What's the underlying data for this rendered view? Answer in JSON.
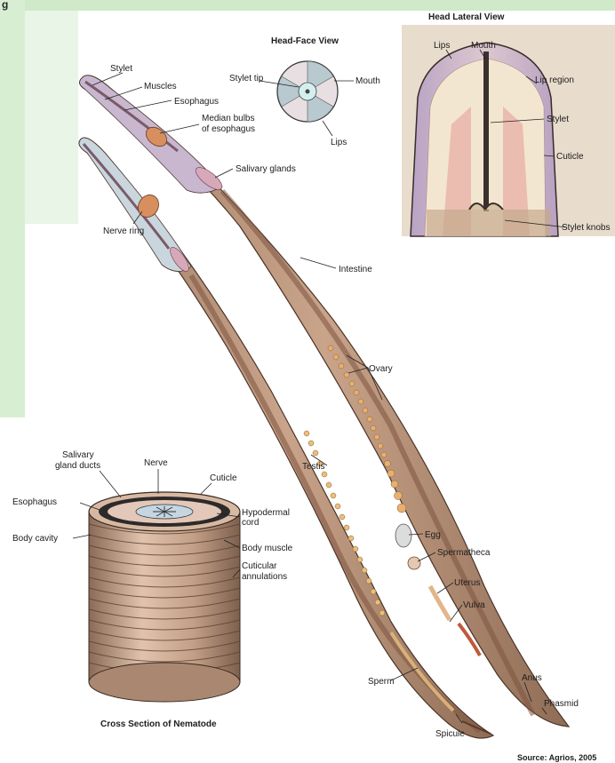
{
  "header_text": "g",
  "source": "Source: Agrios, 2005",
  "titles": {
    "head_face": "Head-Face View",
    "head_lateral": "Head Lateral View",
    "cross_section": "Cross Section of Nematode"
  },
  "labels": {
    "stylet": "Stylet",
    "muscles": "Muscles",
    "esophagus": "Esophagus",
    "median_bulbs": [
      "Median bulbs",
      "of esophagus"
    ],
    "salivary_glands": "Salivary glands",
    "nerve_ring": "Nerve ring",
    "intestine": "Intestine",
    "ovary": "Ovary",
    "testis": "Testis",
    "egg": "Egg",
    "spermatheca": "Spermatheca",
    "uterus": "Uterus",
    "vulva": "Vulva",
    "sperm": "Sperm",
    "spicule": "Spicule",
    "anus": "Anus",
    "phasmid": "Phasmid",
    "face_stylet_tip": "Stylet tip",
    "face_mouth": "Mouth",
    "face_lips": "Lips",
    "lat_lips": "Lips",
    "lat_mouth": "Mouth",
    "lat_lip_region": "Lip region",
    "lat_stylet": "Stylet",
    "lat_cuticle": "Cuticle",
    "lat_stylet_knobs": "Stylet knobs",
    "cs_salivary_gland_ducts": [
      "Salivary",
      "gland ducts"
    ],
    "cs_nerve": "Nerve",
    "cs_cuticle": "Cuticle",
    "cs_esophagus": "Esophagus",
    "cs_hypodermal_cord": [
      "Hypodermal",
      "cord"
    ],
    "cs_body_cavity": "Body cavity",
    "cs_body_muscle": "Body muscle",
    "cs_cuticular_annulations": [
      "Cuticular",
      "annulations"
    ]
  }
}
